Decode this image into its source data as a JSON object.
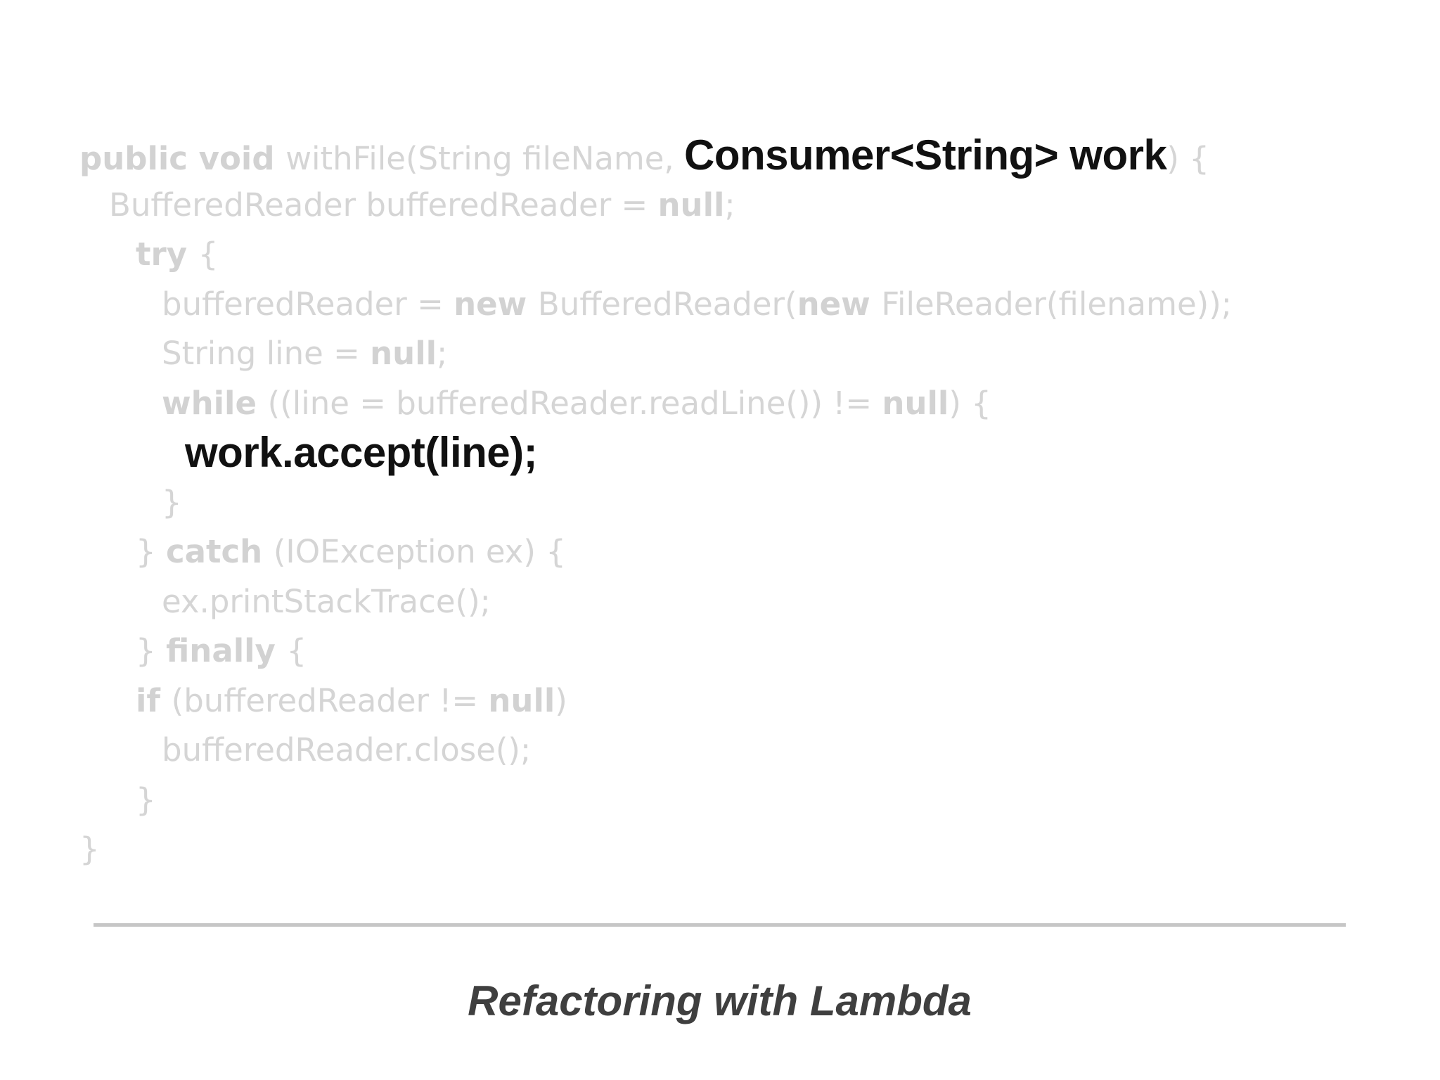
{
  "slide": {
    "title": "Refactoring with Lambda"
  },
  "colors": {
    "background": "#ffffff",
    "code_gray": "#d5d5d5",
    "code_gray_bold": "#d2d2d2",
    "code_black": "#111111",
    "divider": "#c6c6c6",
    "title_color": "#3f3f3f"
  },
  "code": {
    "language": "java",
    "lines": [
      {
        "indent": 113,
        "segments": [
          {
            "t": "public void ",
            "s": "gb"
          },
          {
            "t": "withFile(String fileName, ",
            "s": "g"
          },
          {
            "t": "Consumer<String> work",
            "s": "k"
          },
          {
            "t": ") {",
            "s": "g"
          }
        ]
      },
      {
        "indent": 155,
        "segments": [
          {
            "t": "BufferedReader bufferedReader = ",
            "s": "g"
          },
          {
            "t": "null",
            "s": "gb"
          },
          {
            "t": ";",
            "s": "g"
          }
        ]
      },
      {
        "indent": 193,
        "segments": [
          {
            "t": "try ",
            "s": "gb"
          },
          {
            "t": "{",
            "s": "g"
          }
        ]
      },
      {
        "indent": 230,
        "segments": [
          {
            "t": "bufferedReader = ",
            "s": "g"
          },
          {
            "t": "new ",
            "s": "gb"
          },
          {
            "t": "BufferedReader(",
            "s": "g"
          },
          {
            "t": "new ",
            "s": "gb"
          },
          {
            "t": "FileReader(filename));",
            "s": "g"
          }
        ]
      },
      {
        "indent": 230,
        "segments": [
          {
            "t": "String line = ",
            "s": "g"
          },
          {
            "t": "null",
            "s": "gb"
          },
          {
            "t": ";",
            "s": "g"
          }
        ]
      },
      {
        "indent": 230,
        "segments": [
          {
            "t": "while ",
            "s": "gb"
          },
          {
            "t": "((line = bufferedReader.readLine()) != ",
            "s": "g"
          },
          {
            "t": "null",
            "s": "gb"
          },
          {
            "t": ") {",
            "s": "g"
          }
        ]
      },
      {
        "indent": 263,
        "segments": [
          {
            "t": "work.accept(line);",
            "s": "k"
          }
        ]
      },
      {
        "indent": 230,
        "segments": [
          {
            "t": "}",
            "s": "g"
          }
        ]
      },
      {
        "indent": 193,
        "segments": [
          {
            "t": "} ",
            "s": "g"
          },
          {
            "t": "catch ",
            "s": "gb"
          },
          {
            "t": "(IOException ex) {",
            "s": "g"
          }
        ]
      },
      {
        "indent": 230,
        "segments": [
          {
            "t": "ex.printStackTrace();",
            "s": "g"
          }
        ]
      },
      {
        "indent": 193,
        "segments": [
          {
            "t": "} ",
            "s": "g"
          },
          {
            "t": "finally ",
            "s": "gb"
          },
          {
            "t": "{",
            "s": "g"
          }
        ]
      },
      {
        "indent": 193,
        "segments": [
          {
            "t": "if ",
            "s": "gb"
          },
          {
            "t": "(bufferedReader != ",
            "s": "g"
          },
          {
            "t": "null",
            "s": "gb"
          },
          {
            "t": ")",
            "s": "g"
          }
        ]
      },
      {
        "indent": 230,
        "segments": [
          {
            "t": "bufferedReader.close();",
            "s": "g"
          }
        ]
      },
      {
        "indent": 193,
        "segments": [
          {
            "t": "}",
            "s": "g"
          }
        ]
      },
      {
        "indent": 113,
        "segments": [
          {
            "t": "}",
            "s": "g"
          }
        ]
      }
    ]
  }
}
